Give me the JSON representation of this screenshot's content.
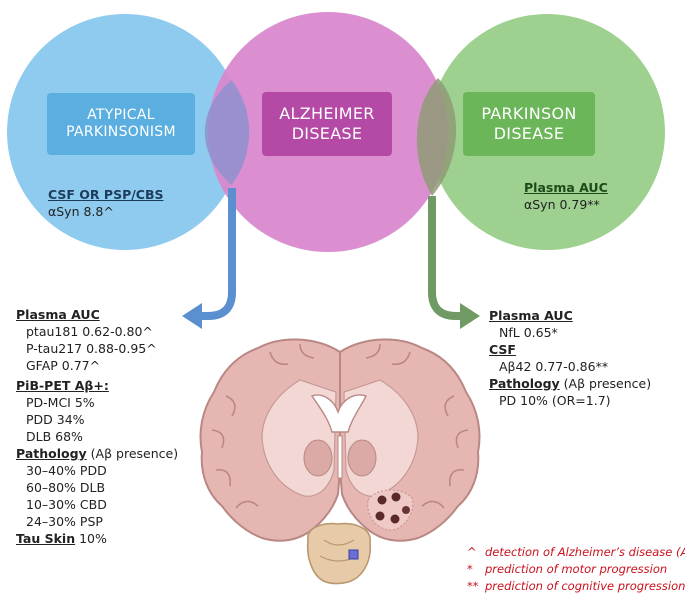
{
  "circles": {
    "atypical": {
      "label_lines": [
        "ATYPICAL",
        "PARKINSONISM"
      ],
      "color": "#8fcbef",
      "box_color": "#5aaee0"
    },
    "alzheimer": {
      "label_lines": [
        "ALZHEIMER",
        "DISEASE"
      ],
      "color": "#d987cc",
      "box_color": "#b44aa6"
    },
    "parkinson": {
      "label_lines": [
        "PARKINSON",
        "DISEASE"
      ],
      "color": "#9ed190",
      "box_color": "#6cb65a"
    }
  },
  "atypical_csf": {
    "heading": "CSF OR PSP/CBS",
    "value": "αSyn 8.8^"
  },
  "parkinson_plasma": {
    "heading": "Plasma  AUC",
    "value": "αSyn 0.79**"
  },
  "left_panel": {
    "plasma_heading": "Plasma  AUC",
    "plasma_items": [
      "ptau181 0.62-0.80^",
      "P-tau217 0.88-0.95^",
      "GFAP 0.77^"
    ],
    "pib_heading": "PiB-PET  Aβ+:",
    "pib_items": [
      "PD-MCI 5%",
      "PDD 34%",
      "DLB 68%"
    ],
    "pathology_heading": "Pathology",
    "pathology_note": " (Aβ presence)",
    "pathology_items": [
      "30–40% PDD",
      "60–80% DLB",
      "10–30% CBD",
      "24–30% PSP"
    ],
    "tau_heading": "Tau Skin",
    "tau_value": " 10%"
  },
  "right_panel": {
    "plasma_heading": "Plasma  AUC",
    "plasma_items": [
      "NfL  0.65*"
    ],
    "csf_heading": "CSF",
    "csf_items": [
      "Aβ42  0.77-0.86**"
    ],
    "pathology_heading": "Pathology",
    "pathology_note": " (Aβ presence)",
    "pathology_items": [
      "PD 10% (OR=1.7)"
    ]
  },
  "legend": [
    {
      "symbol": "^",
      "text": "detection of Alzheimer’s disease (AD)"
    },
    {
      "symbol": "*",
      "text": "prediction of motor progression"
    },
    {
      "symbol": "**",
      "text": "prediction of cognitive progression"
    }
  ],
  "colors": {
    "arrow_left": "#5b8fd0",
    "arrow_right": "#6f9a63",
    "brain_fill": "#e6b6b3",
    "brain_stroke": "#b98884",
    "brainstem_fill": "#e7cba8",
    "legend_text": "#c8121e"
  }
}
